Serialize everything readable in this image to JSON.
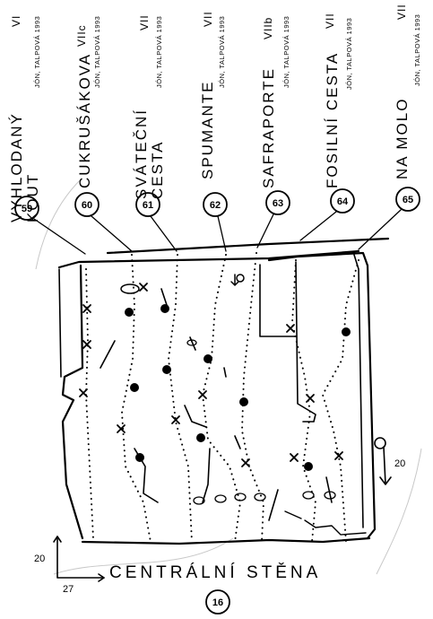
{
  "routes": [
    {
      "number": "59",
      "name_line1": "VYHLODANÝ",
      "name_line2": "KOUT",
      "grade": "VI",
      "first_ascent": "JÓN, TALPOVÁ 1993"
    },
    {
      "number": "60",
      "name_line1": "CUKRUŠÁKOVA",
      "name_line2": "",
      "grade": "VIIc",
      "first_ascent": "JÓN, TALPOVÁ 1993"
    },
    {
      "number": "61",
      "name_line1": "SVÁTEČNÍ",
      "name_line2": "CESTA",
      "grade": "VII",
      "first_ascent": "JÓN, TALPOVÁ 1993"
    },
    {
      "number": "62",
      "name_line1": "SPUMANTE",
      "name_line2": "",
      "grade": "VII",
      "first_ascent": "JÓN, TALPOVÁ 1993"
    },
    {
      "number": "63",
      "name_line1": "SAFRAPORTE",
      "name_line2": "",
      "grade": "VIIb",
      "first_ascent": "JÓN, TALPOVÁ 1993"
    },
    {
      "number": "64",
      "name_line1": "FOSILNÍ CESTA",
      "name_line2": "",
      "grade": "VII",
      "first_ascent": "JÓN, TALPOVÁ 1993"
    },
    {
      "number": "65",
      "name_line1": "NA MOLO",
      "name_line2": "",
      "grade": "VII",
      "first_ascent": "JÓN, TALPOVÁ 1993"
    }
  ],
  "wall_title": "CENTRÁLNÍ STĚNA",
  "wall_number": "16",
  "dimensions": {
    "height_left": "20",
    "width_bottom": "27",
    "height_right": "20"
  }
}
